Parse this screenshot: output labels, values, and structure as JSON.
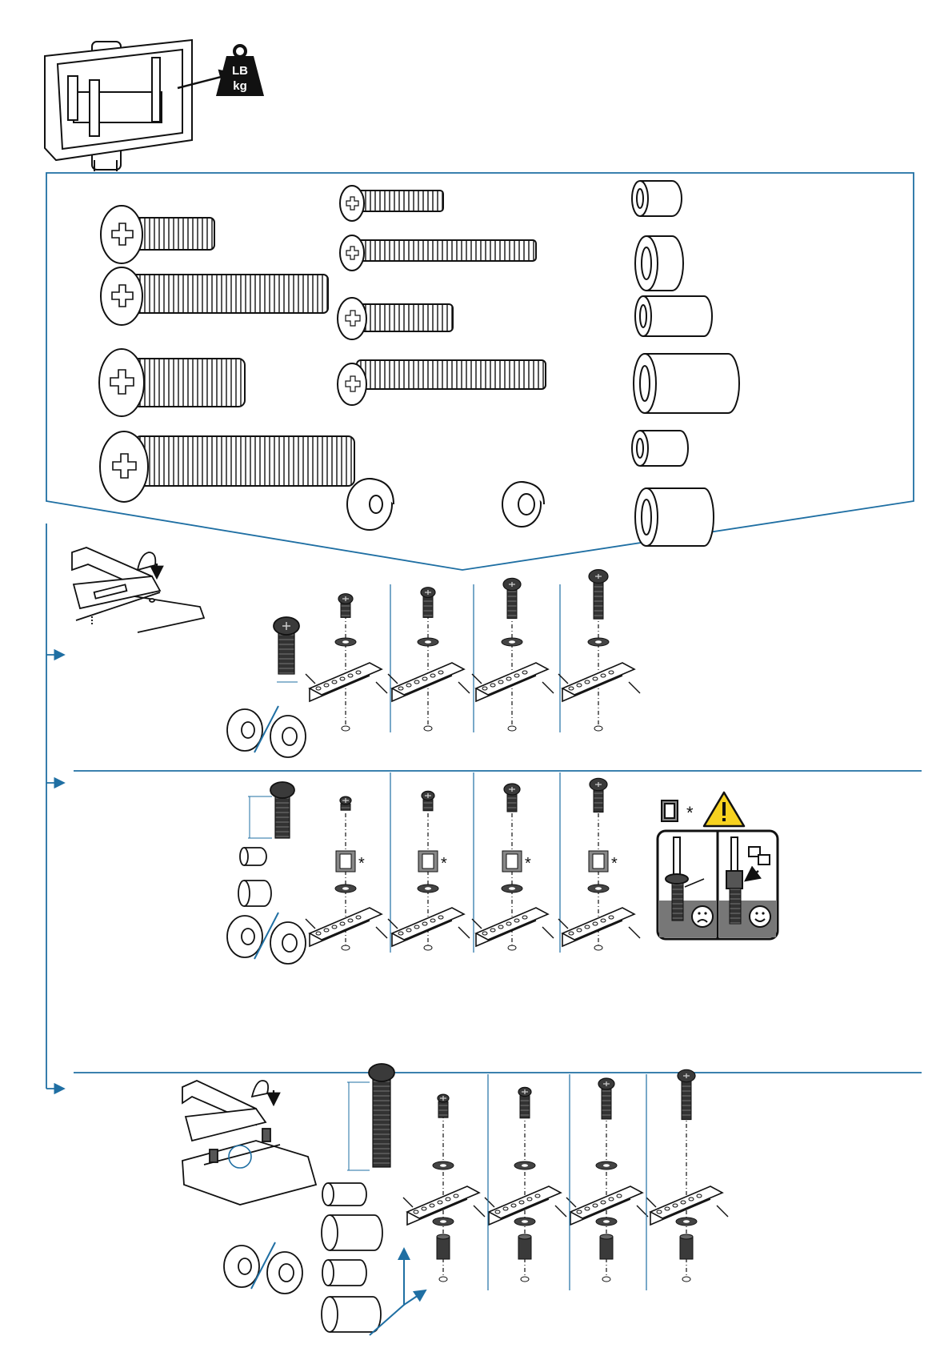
{
  "weight_badge": {
    "line1": "LB",
    "line2": "kg",
    "icon": "weight-icon"
  },
  "sections": [
    {
      "name": "parts-overview",
      "icon": "screw-icon"
    },
    {
      "name": "step-screw-washer",
      "icon": "arrow-right-icon"
    },
    {
      "name": "step-screw-spacer-washer",
      "icon": "arrow-right-icon"
    },
    {
      "name": "step-long-screw-bottom-spacer",
      "icon": "arrow-right-icon"
    }
  ],
  "spacer_marker": "*",
  "warning": {
    "icon": "warning-icon",
    "bad_face": "sad-face-icon",
    "good_face": "happy-face-icon"
  },
  "colors": {
    "accent": "#1f6fa3",
    "ink": "#111111",
    "fill_dark": "#3a3a3a",
    "warning_yellow": "#f7d21f"
  }
}
